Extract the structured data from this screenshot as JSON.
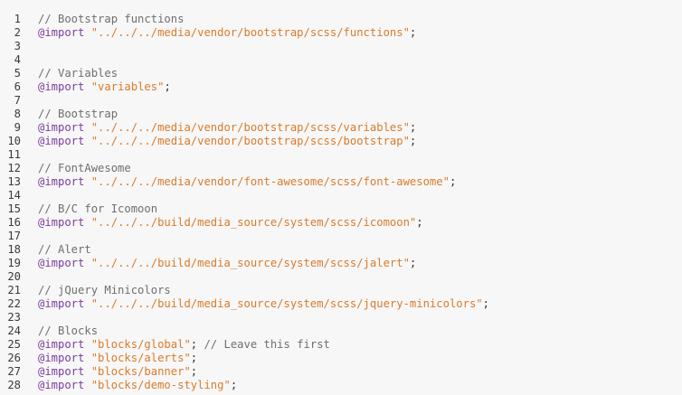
{
  "editor": {
    "lines": [
      {
        "number": "1",
        "segments": [
          {
            "type": "comment",
            "text": "// Bootstrap functions"
          }
        ]
      },
      {
        "number": "2",
        "segments": [
          {
            "type": "keyword",
            "text": "@import"
          },
          {
            "type": "punct",
            "text": " "
          },
          {
            "type": "string",
            "text": "\"../../../media/vendor/bootstrap/scss/functions\""
          },
          {
            "type": "punct",
            "text": ";"
          }
        ]
      },
      {
        "number": "3",
        "segments": []
      },
      {
        "number": "4",
        "segments": []
      },
      {
        "number": "5",
        "segments": [
          {
            "type": "comment",
            "text": "// Variables"
          }
        ]
      },
      {
        "number": "6",
        "segments": [
          {
            "type": "keyword",
            "text": "@import"
          },
          {
            "type": "punct",
            "text": " "
          },
          {
            "type": "string",
            "text": "\"variables\""
          },
          {
            "type": "punct",
            "text": ";"
          }
        ]
      },
      {
        "number": "7",
        "segments": []
      },
      {
        "number": "8",
        "segments": [
          {
            "type": "comment",
            "text": "// Bootstrap"
          }
        ]
      },
      {
        "number": "9",
        "segments": [
          {
            "type": "keyword",
            "text": "@import"
          },
          {
            "type": "punct",
            "text": " "
          },
          {
            "type": "string",
            "text": "\"../../../media/vendor/bootstrap/scss/variables\""
          },
          {
            "type": "punct",
            "text": ";"
          }
        ]
      },
      {
        "number": "10",
        "segments": [
          {
            "type": "keyword",
            "text": "@import"
          },
          {
            "type": "punct",
            "text": " "
          },
          {
            "type": "string",
            "text": "\"../../../media/vendor/bootstrap/scss/bootstrap\""
          },
          {
            "type": "punct",
            "text": ";"
          }
        ]
      },
      {
        "number": "11",
        "segments": []
      },
      {
        "number": "12",
        "segments": [
          {
            "type": "comment",
            "text": "// FontAwesome"
          }
        ]
      },
      {
        "number": "13",
        "segments": [
          {
            "type": "keyword",
            "text": "@import"
          },
          {
            "type": "punct",
            "text": " "
          },
          {
            "type": "string",
            "text": "\"../../../media/vendor/font-awesome/scss/font-awesome\""
          },
          {
            "type": "punct",
            "text": ";"
          }
        ]
      },
      {
        "number": "14",
        "segments": []
      },
      {
        "number": "15",
        "segments": [
          {
            "type": "comment",
            "text": "// B/C for Icomoon"
          }
        ]
      },
      {
        "number": "16",
        "segments": [
          {
            "type": "keyword",
            "text": "@import"
          },
          {
            "type": "punct",
            "text": " "
          },
          {
            "type": "string",
            "text": "\"../../../build/media_source/system/scss/icomoon\""
          },
          {
            "type": "punct",
            "text": ";"
          }
        ]
      },
      {
        "number": "17",
        "segments": []
      },
      {
        "number": "18",
        "segments": [
          {
            "type": "comment",
            "text": "// Alert"
          }
        ]
      },
      {
        "number": "19",
        "segments": [
          {
            "type": "keyword",
            "text": "@import"
          },
          {
            "type": "punct",
            "text": " "
          },
          {
            "type": "string",
            "text": "\"../../../build/media_source/system/scss/jalert\""
          },
          {
            "type": "punct",
            "text": ";"
          }
        ]
      },
      {
        "number": "20",
        "segments": []
      },
      {
        "number": "21",
        "segments": [
          {
            "type": "comment",
            "text": "// jQuery Minicolors"
          }
        ]
      },
      {
        "number": "22",
        "segments": [
          {
            "type": "keyword",
            "text": "@import"
          },
          {
            "type": "punct",
            "text": " "
          },
          {
            "type": "string",
            "text": "\"../../../build/media_source/system/scss/jquery-minicolors\""
          },
          {
            "type": "punct",
            "text": ";"
          }
        ]
      },
      {
        "number": "23",
        "segments": []
      },
      {
        "number": "24",
        "segments": [
          {
            "type": "comment",
            "text": "// Blocks"
          }
        ]
      },
      {
        "number": "25",
        "segments": [
          {
            "type": "keyword",
            "text": "@import"
          },
          {
            "type": "punct",
            "text": " "
          },
          {
            "type": "string",
            "text": "\"blocks/global\""
          },
          {
            "type": "punct",
            "text": "; "
          },
          {
            "type": "comment",
            "text": "// Leave this first"
          }
        ]
      },
      {
        "number": "26",
        "segments": [
          {
            "type": "keyword",
            "text": "@import"
          },
          {
            "type": "punct",
            "text": " "
          },
          {
            "type": "string",
            "text": "\"blocks/alerts\""
          },
          {
            "type": "punct",
            "text": ";"
          }
        ]
      },
      {
        "number": "27",
        "segments": [
          {
            "type": "keyword",
            "text": "@import"
          },
          {
            "type": "punct",
            "text": " "
          },
          {
            "type": "string",
            "text": "\"blocks/banner\""
          },
          {
            "type": "punct",
            "text": ";"
          }
        ]
      },
      {
        "number": "28",
        "segments": [
          {
            "type": "keyword",
            "text": "@import"
          },
          {
            "type": "punct",
            "text": " "
          },
          {
            "type": "string",
            "text": "\"blocks/demo-styling\""
          },
          {
            "type": "punct",
            "text": ";"
          }
        ]
      }
    ]
  },
  "colors": {
    "background": "#f7f7f7",
    "comment": "#6f6f6f",
    "keyword": "#7a3e9d",
    "string": "#d97b2b",
    "line_number": "#3b3b3b"
  }
}
